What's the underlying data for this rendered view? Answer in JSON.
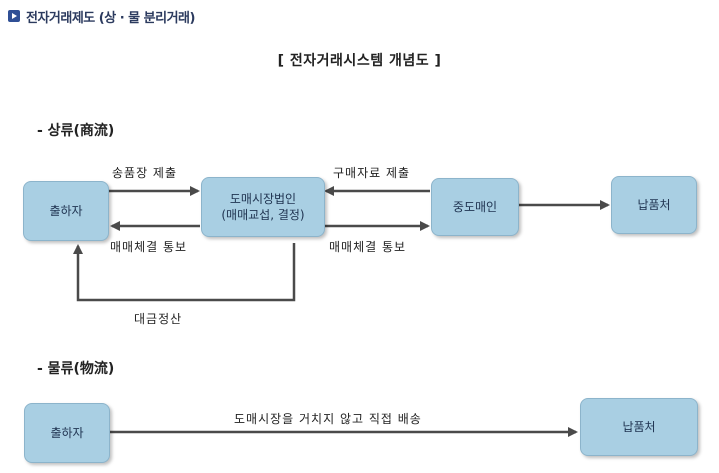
{
  "header": {
    "title": "전자거래제도 (상 · 물 분리거래)",
    "icon": "arrow-square-icon",
    "accent": "#2f4f95"
  },
  "diagram_title": "[ 전자거래시스템 개념도 ]",
  "commerce": {
    "label": "- 상류(商流)",
    "shipper": "출하자",
    "market_line1": "도매시장법인",
    "market_line2": "(매매교섭, 결정)",
    "broker": "중도매인",
    "buyer": "납품처",
    "submit_invoice": "송품장 제출",
    "submit_purchase": "구매자료 제출",
    "notify_left": "매매체결 통보",
    "notify_right": "매매체결 통보",
    "settlement": "대금정산"
  },
  "logistics": {
    "label": "- 물류(物流)",
    "shipper": "출하자",
    "buyer": "납품처",
    "direct_delivery": "도매시장을 거치지 않고 직접 배송"
  },
  "colors": {
    "box_fill": "#a9cfe3",
    "box_border": "#8cb4cb",
    "arrow": "#4a4a4a"
  }
}
